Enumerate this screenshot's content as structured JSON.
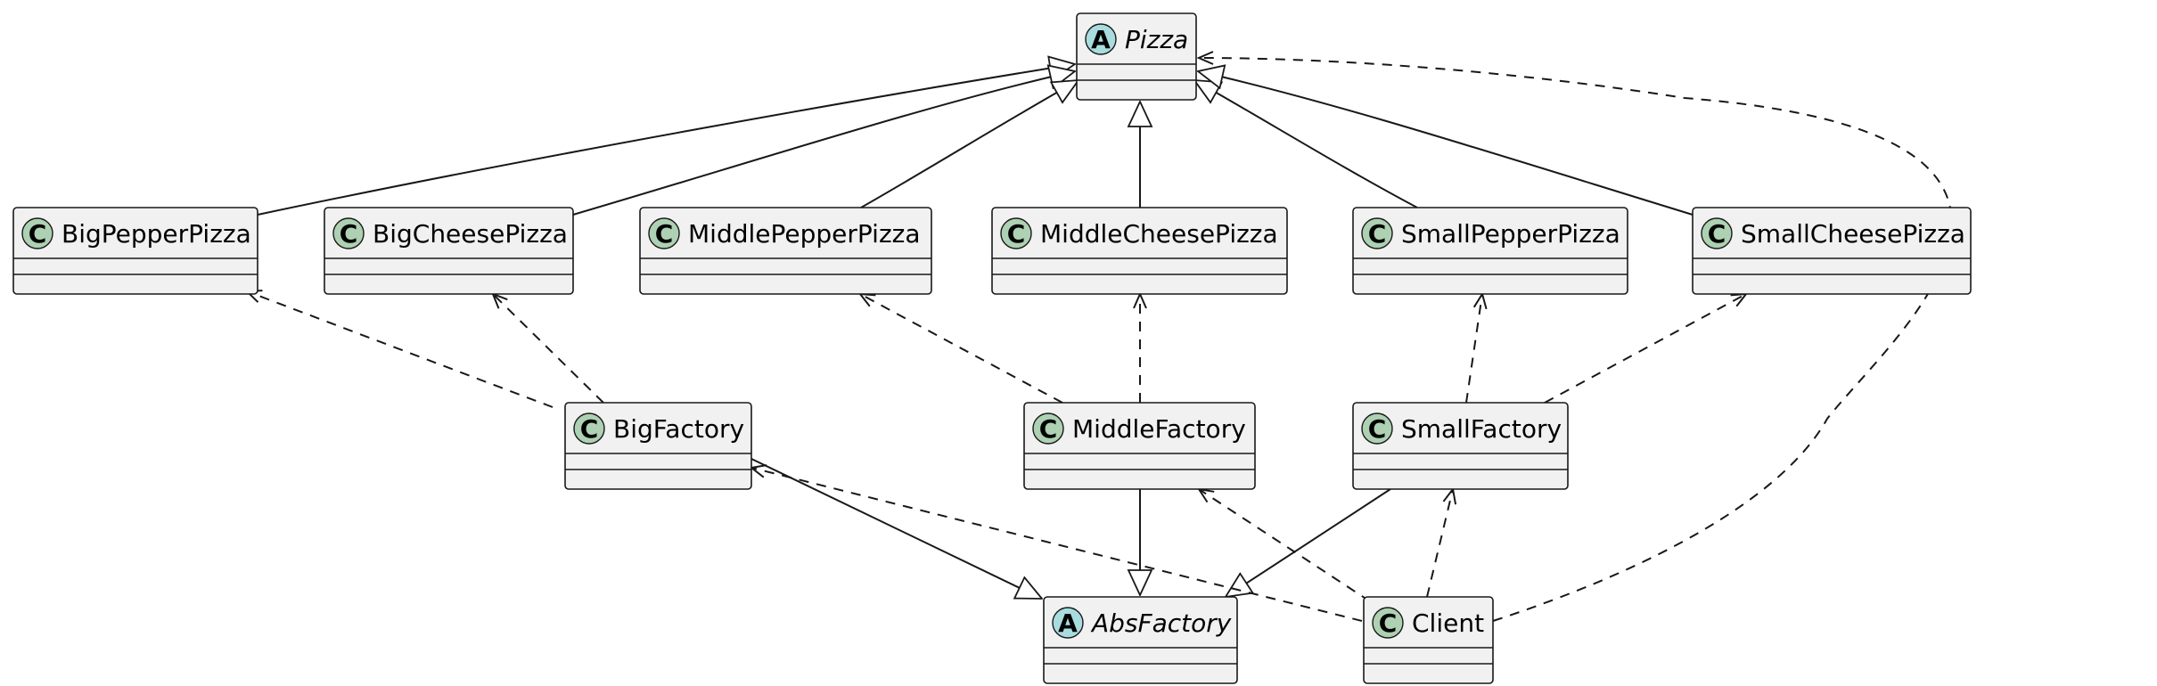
{
  "diagram": {
    "type": "uml-class-diagram",
    "colors": {
      "box_fill": "#f1f1f1",
      "box_border": "#181818",
      "class_badge": "#add1b2",
      "abstract_badge": "#a9dcdf",
      "line": "#181818"
    },
    "nodes": [
      {
        "id": "pizza",
        "label": "Pizza",
        "kind": "abstract",
        "badge": "A"
      },
      {
        "id": "bigpepper",
        "label": "BigPepperPizza",
        "kind": "class",
        "badge": "C"
      },
      {
        "id": "bigcheese",
        "label": "BigCheesePizza",
        "kind": "class",
        "badge": "C"
      },
      {
        "id": "middlepepper",
        "label": "MiddlePepperPizza",
        "kind": "class",
        "badge": "C"
      },
      {
        "id": "middlecheese",
        "label": "MiddleCheesePizza",
        "kind": "class",
        "badge": "C"
      },
      {
        "id": "smallpepper",
        "label": "SmallPepperPizza",
        "kind": "class",
        "badge": "C"
      },
      {
        "id": "smallcheese",
        "label": "SmallCheesePizza",
        "kind": "class",
        "badge": "C"
      },
      {
        "id": "bigfactory",
        "label": "BigFactory",
        "kind": "class",
        "badge": "C"
      },
      {
        "id": "middlefactory",
        "label": "MiddleFactory",
        "kind": "class",
        "badge": "C"
      },
      {
        "id": "smallfactory",
        "label": "SmallFactory",
        "kind": "class",
        "badge": "C"
      },
      {
        "id": "absfactory",
        "label": "AbsFactory",
        "kind": "abstract",
        "badge": "A"
      },
      {
        "id": "client",
        "label": "Client",
        "kind": "class",
        "badge": "C"
      }
    ],
    "edges": [
      {
        "from": "bigpepper",
        "to": "pizza",
        "type": "generalization"
      },
      {
        "from": "bigcheese",
        "to": "pizza",
        "type": "generalization"
      },
      {
        "from": "middlepepper",
        "to": "pizza",
        "type": "generalization"
      },
      {
        "from": "middlecheese",
        "to": "pizza",
        "type": "generalization"
      },
      {
        "from": "smallpepper",
        "to": "pizza",
        "type": "generalization"
      },
      {
        "from": "smallcheese",
        "to": "pizza",
        "type": "generalization"
      },
      {
        "from": "bigfactory",
        "to": "bigpepper",
        "type": "dependency"
      },
      {
        "from": "bigfactory",
        "to": "bigcheese",
        "type": "dependency"
      },
      {
        "from": "middlefactory",
        "to": "middlepepper",
        "type": "dependency"
      },
      {
        "from": "middlefactory",
        "to": "middlecheese",
        "type": "dependency"
      },
      {
        "from": "smallfactory",
        "to": "smallpepper",
        "type": "dependency"
      },
      {
        "from": "smallfactory",
        "to": "smallcheese",
        "type": "dependency"
      },
      {
        "from": "bigfactory",
        "to": "absfactory",
        "type": "generalization"
      },
      {
        "from": "middlefactory",
        "to": "absfactory",
        "type": "generalization"
      },
      {
        "from": "smallfactory",
        "to": "absfactory",
        "type": "generalization"
      },
      {
        "from": "client",
        "to": "bigfactory",
        "type": "dependency"
      },
      {
        "from": "client",
        "to": "middlefactory",
        "type": "dependency"
      },
      {
        "from": "client",
        "to": "smallfactory",
        "type": "dependency"
      },
      {
        "from": "client",
        "to": "pizza",
        "type": "dependency"
      }
    ]
  }
}
